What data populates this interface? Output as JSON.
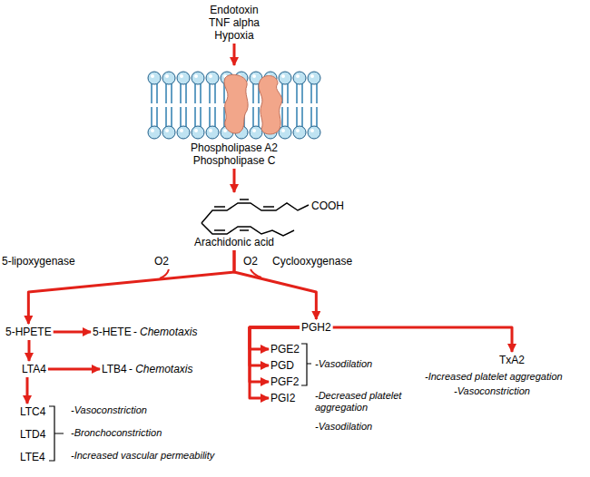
{
  "diagram": {
    "nodes": [
      {
        "text": [
          "Endotoxin TNF alpha Hypoxia"
        ]
      },
      {
        "text": [
          "Phospholipase A2 Phospholipase C"
        ]
      },
      {
        "text": [
          "Arachidonic acid"
        ]
      },
      {
        "text": [
          "5-HPETE"
        ]
      },
      {
        "text": [
          "5-HETE",
          "- Chemotaxis"
        ]
      },
      {
        "text": [
          "LTA4"
        ]
      },
      {
        "text": [
          "LTB4",
          "- Chemotaxis"
        ]
      },
      {
        "text": [
          "LTC4"
        ]
      },
      {
        "text": [
          "LTD4"
        ]
      },
      {
        "text": [
          "LTE4"
        ]
      },
      {
        "text": [
          "PGH2"
        ]
      },
      {
        "text": [
          "PGE2"
        ]
      },
      {
        "text": [
          "PGD"
        ]
      },
      {
        "text": [
          "PGF2"
        ]
      },
      {
        "text": [
          "PGI2"
        ]
      },
      {
        "text": [
          "TxA2"
        ]
      }
    ],
    "edges": [
      {
        "from": 0,
        "to": 1,
        "arrow": "to"
      },
      {
        "from": 1,
        "to": 2,
        "arrow": "to"
      },
      {
        "from": 2,
        "to": 3,
        "arrow": "to"
      },
      {
        "from": 2,
        "to": 10,
        "arrow": "to"
      },
      {
        "from": 3,
        "to": 4,
        "arrow": "to"
      },
      {
        "from": 3,
        "to": 5,
        "arrow": "to"
      },
      {
        "from": 5,
        "to": 6,
        "arrow": "to"
      },
      {
        "from": 5,
        "to": 7,
        "arrow": "to"
      },
      {
        "from": 10,
        "to": 11,
        "arrow": "to"
      },
      {
        "from": 10,
        "to": 12,
        "arrow": "to"
      },
      {
        "from": 10,
        "to": 13,
        "arrow": "to"
      },
      {
        "from": 10,
        "to": 14,
        "arrow": "to"
      },
      {
        "from": 10,
        "to": 15,
        "arrow": "to"
      }
    ],
    "labels": [
      "COOH",
      "5-lipoxygenase",
      "O2",
      "O2",
      "Cyclooxygenase",
      "-Vasoconstriction",
      "-Bronchoconstriction",
      "-Increased vascular permeability",
      "-Vasodilation",
      "-Decreased platelet aggregation",
      "-Vasodilation",
      "-Increased platelet aggregation",
      "-Vasoconstriction"
    ]
  }
}
